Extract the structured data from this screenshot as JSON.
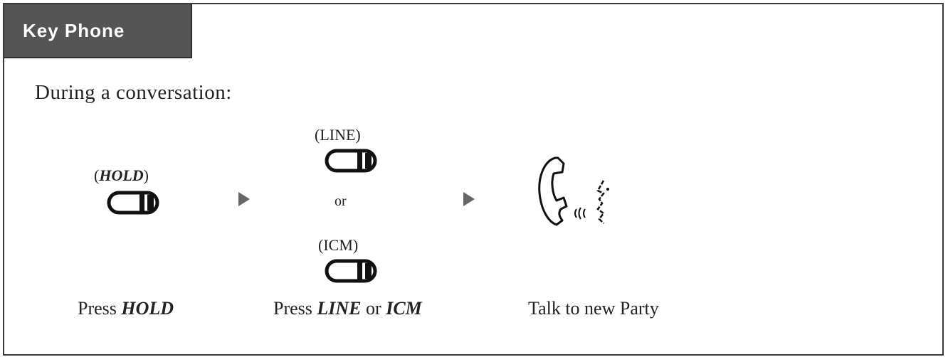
{
  "header": {
    "title": "Key Phone"
  },
  "intro": "During a conversation:",
  "steps": {
    "hold_key": {
      "label": "HOLD"
    },
    "line_key": {
      "label": "LINE"
    },
    "or_text": "or",
    "icm_key": {
      "label": "ICM"
    },
    "talk_icon": "handset-talking-icon"
  },
  "captions": {
    "press_prefix": "Press ",
    "hold": "HOLD",
    "line": "LINE",
    "or_mid": " or ",
    "icm": "ICM",
    "talk": "Talk to new Party"
  },
  "colors": {
    "tab_bg": "#555555",
    "tab_text": "#ffffff",
    "arrow": "#666666",
    "border": "#3a3a3a"
  }
}
